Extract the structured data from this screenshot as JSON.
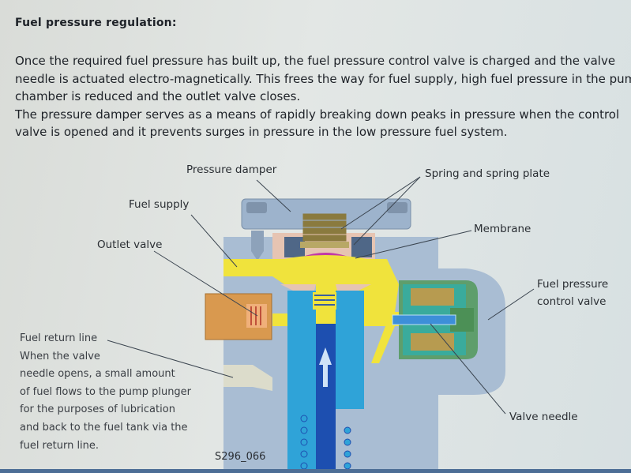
{
  "title": "Fuel pressure regulation:",
  "paragraph_lines": [
    "Once the required fuel pressure has built up, the fuel pressure control valve is charged and the valve",
    "needle is actuated electro-magnetically. This frees the way for fuel supply, high fuel pressure in the pump",
    "chamber is reduced and the outlet valve closes.",
    "The pressure damper serves as a means of rapidly breaking down peaks in pressure when the control",
    "valve is opened and it prevents surges in pressure in the low pressure fuel system."
  ],
  "labels": {
    "pressure_damper": "Pressure damper",
    "spring_plate": "Spring and spring plate",
    "fuel_supply": "Fuel supply",
    "membrane": "Membrane",
    "outlet_valve": "Outlet valve",
    "control_valve_1": "Fuel pressure",
    "control_valve_2": "control valve",
    "valve_needle": "Valve needle"
  },
  "return_lines": [
    "Fuel return line",
    "When the valve",
    "needle opens, a small amount",
    "of fuel flows to the pump plunger",
    "for the purposes of lubrication",
    "and back to the fuel tank via the",
    "fuel return line."
  ],
  "figure_id": "S296_066"
}
